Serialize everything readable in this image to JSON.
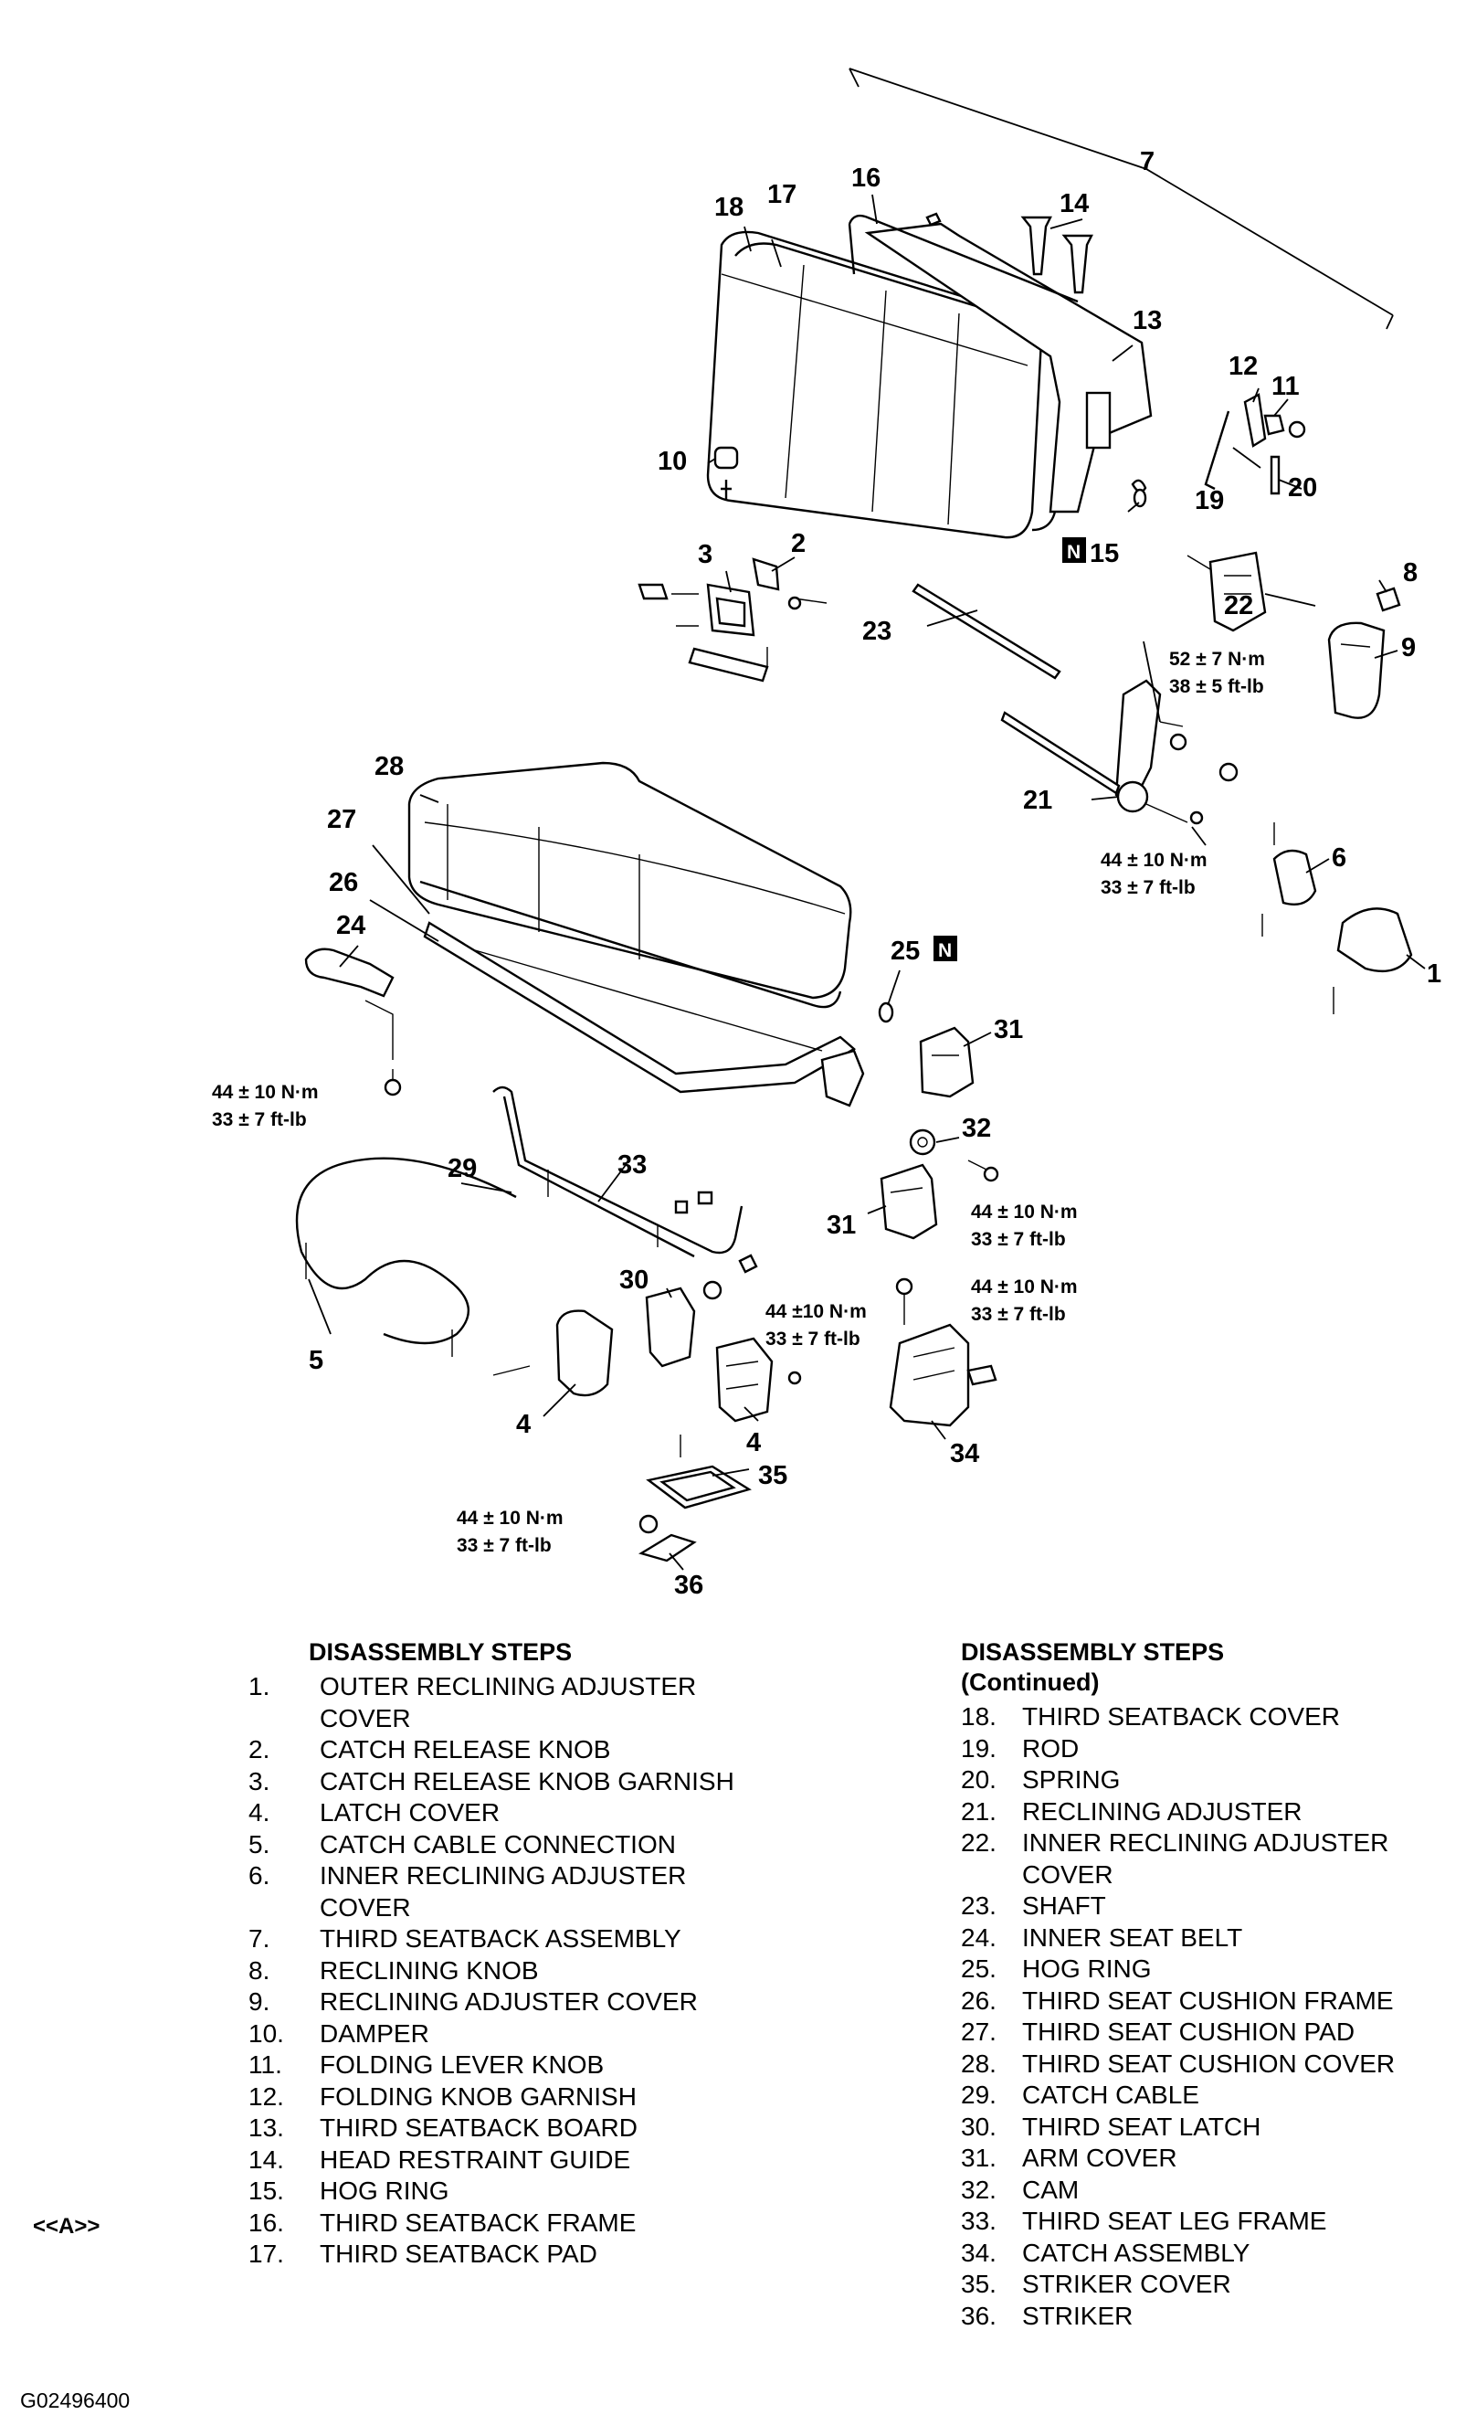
{
  "diagram": {
    "callouts": {
      "c1": "1",
      "c2": "2",
      "c3": "3",
      "c4a": "4",
      "c4b": "4",
      "c5": "5",
      "c6": "6",
      "c7": "7",
      "c8": "8",
      "c9": "9",
      "c10": "10",
      "c11": "11",
      "c12": "12",
      "c13": "13",
      "c14": "14",
      "c15": "15",
      "c16": "16",
      "c17": "17",
      "c18": "18",
      "c19": "19",
      "c20": "20",
      "c21": "21",
      "c22": "22",
      "c23": "23",
      "c24": "24",
      "c25": "25",
      "c26": "26",
      "c27": "27",
      "c28": "28",
      "c29": "29",
      "c30": "30",
      "c31a": "31",
      "c31b": "31",
      "c32": "32",
      "c33": "33",
      "c34": "34",
      "c35": "35",
      "c36": "36"
    },
    "n_badge": "N",
    "torque": {
      "t1_nm": "52 ± 7 N·m",
      "t1_ft": "38 ± 5 ft-lb",
      "t2_nm": "44 ± 10 N·m",
      "t2_ft": "33 ± 7 ft-lb",
      "t3_nm": "44 ± 10 N·m",
      "t3_ft": "33 ± 7 ft-lb",
      "t4_nm": "44 ± 10 N·m",
      "t4_ft": "33 ± 7 ft-lb",
      "t5_nm": "44 ±10 N·m",
      "t5_ft": "33 ± 7 ft-lb",
      "t6_nm": "44 ± 10 N·m",
      "t6_ft": "33 ± 7 ft-lb",
      "t7_nm": "44 ± 10 N·m",
      "t7_ft": "33 ± 7 ft-lb"
    }
  },
  "steps_left": {
    "heading": "DISASSEMBLY STEPS",
    "items": [
      {
        "num": "1.",
        "text": "OUTER RECLINING ADJUSTER COVER"
      },
      {
        "num": "2.",
        "text": "CATCH RELEASE KNOB"
      },
      {
        "num": "3.",
        "text": "CATCH RELEASE KNOB GARNISH"
      },
      {
        "num": "4.",
        "text": "LATCH COVER"
      },
      {
        "num": "5.",
        "text": "CATCH CABLE CONNECTION"
      },
      {
        "num": "6.",
        "text": "INNER RECLINING ADJUSTER COVER"
      },
      {
        "num": "7.",
        "text": "THIRD SEATBACK ASSEMBLY"
      },
      {
        "num": "8.",
        "text": "RECLINING KNOB"
      },
      {
        "num": "9.",
        "text": "RECLINING ADJUSTER COVER"
      },
      {
        "num": "10.",
        "text": "DAMPER"
      },
      {
        "num": "11.",
        "text": "FOLDING LEVER KNOB"
      },
      {
        "num": "12.",
        "text": "FOLDING KNOB GARNISH"
      },
      {
        "num": "13.",
        "text": "THIRD SEATBACK BOARD"
      },
      {
        "num": "14.",
        "text": "HEAD RESTRAINT GUIDE"
      },
      {
        "num": "15.",
        "text": "HOG RING"
      },
      {
        "num": "16.",
        "text": "THIRD SEATBACK FRAME"
      },
      {
        "num": "17.",
        "text": "THIRD SEATBACK PAD"
      }
    ]
  },
  "steps_right": {
    "heading": "DISASSEMBLY STEPS",
    "subheading": "(Continued)",
    "items": [
      {
        "num": "18.",
        "text": "THIRD SEATBACK COVER"
      },
      {
        "num": "19.",
        "text": "ROD"
      },
      {
        "num": "20.",
        "text": "SPRING"
      },
      {
        "num": "21.",
        "text": "RECLINING ADJUSTER"
      },
      {
        "num": "22.",
        "text": "INNER RECLINING ADJUSTER COVER"
      },
      {
        "num": "23.",
        "text": "SHAFT"
      },
      {
        "num": "24.",
        "text": "INNER SEAT BELT"
      },
      {
        "num": "25.",
        "text": "HOG RING"
      },
      {
        "num": "26.",
        "text": "THIRD SEAT CUSHION FRAME"
      },
      {
        "num": "27.",
        "text": "THIRD SEAT CUSHION PAD"
      },
      {
        "num": "28.",
        "text": "THIRD SEAT CUSHION COVER"
      },
      {
        "num": "29.",
        "text": "CATCH CABLE"
      },
      {
        "num": "30.",
        "text": "THIRD SEAT LATCH"
      },
      {
        "num": "31.",
        "text": "ARM COVER"
      },
      {
        "num": "32.",
        "text": "CAM"
      },
      {
        "num": "33.",
        "text": "THIRD SEAT LEG FRAME"
      },
      {
        "num": "34.",
        "text": "CATCH ASSEMBLY"
      },
      {
        "num": "35.",
        "text": "STRIKER COVER"
      },
      {
        "num": "36.",
        "text": "STRIKER"
      }
    ]
  },
  "side_note": "<<A>>",
  "figure_id": "G02496400"
}
